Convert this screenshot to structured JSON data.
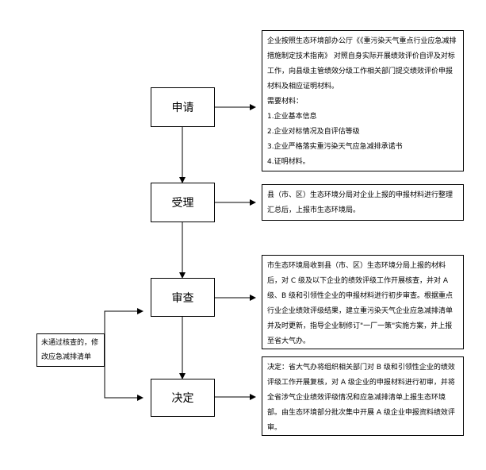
{
  "steps": {
    "apply": "申请",
    "accept": "受理",
    "review": "审查",
    "decide": "决定"
  },
  "notes": {
    "apply": {
      "lines": [
        "企业按照生态环境部办公厅《《重污染天气重点行业应急减排措施制定技术指南》 对照自身实际开展绩效评价自评及对标工作，向县级主管绩效分级工作相关部门提交绩效评价申报材料及相应证明材料。",
        "需要材料：",
        "1.企业基本信息",
        "2.企业对标情况及自评估等级",
        "3.企业严格落实重污染天气应急减排承诺书",
        "4.证明材料。"
      ]
    },
    "accept": {
      "text": "县（市、区）生态环境分局对企业上报的申报材料进行整理汇总后，上报市生态环境局。"
    },
    "review": {
      "text": "市生态环境局收到县（市、区）生态环境分局上报的材料后，对 C 级及以下企业的绩效评级工作开展核查，并对 A 级、B 级和引领性企业的申报材料进行初步审查。根据重点行业企业绩效评级结果，建立重污染天气企业应急减排清单并及时更新，指导企业制修订\"一厂一策\"实施方案，并上报至省大气办。"
    },
    "decide": {
      "text": "决定：省大气办将组织相关部门对 B 级和引领性企业的绩效评级工作开展复核，对 A 级企业的申报材料进行初审，并将全省涉气企业绩效评级情况和应急减排清单上报生态环境部。由生态环境部分批次集中开展 A 级企业申报资料绩效评审。"
    }
  },
  "side_note": {
    "text": "未通过核查的，修改应急减排清单"
  }
}
